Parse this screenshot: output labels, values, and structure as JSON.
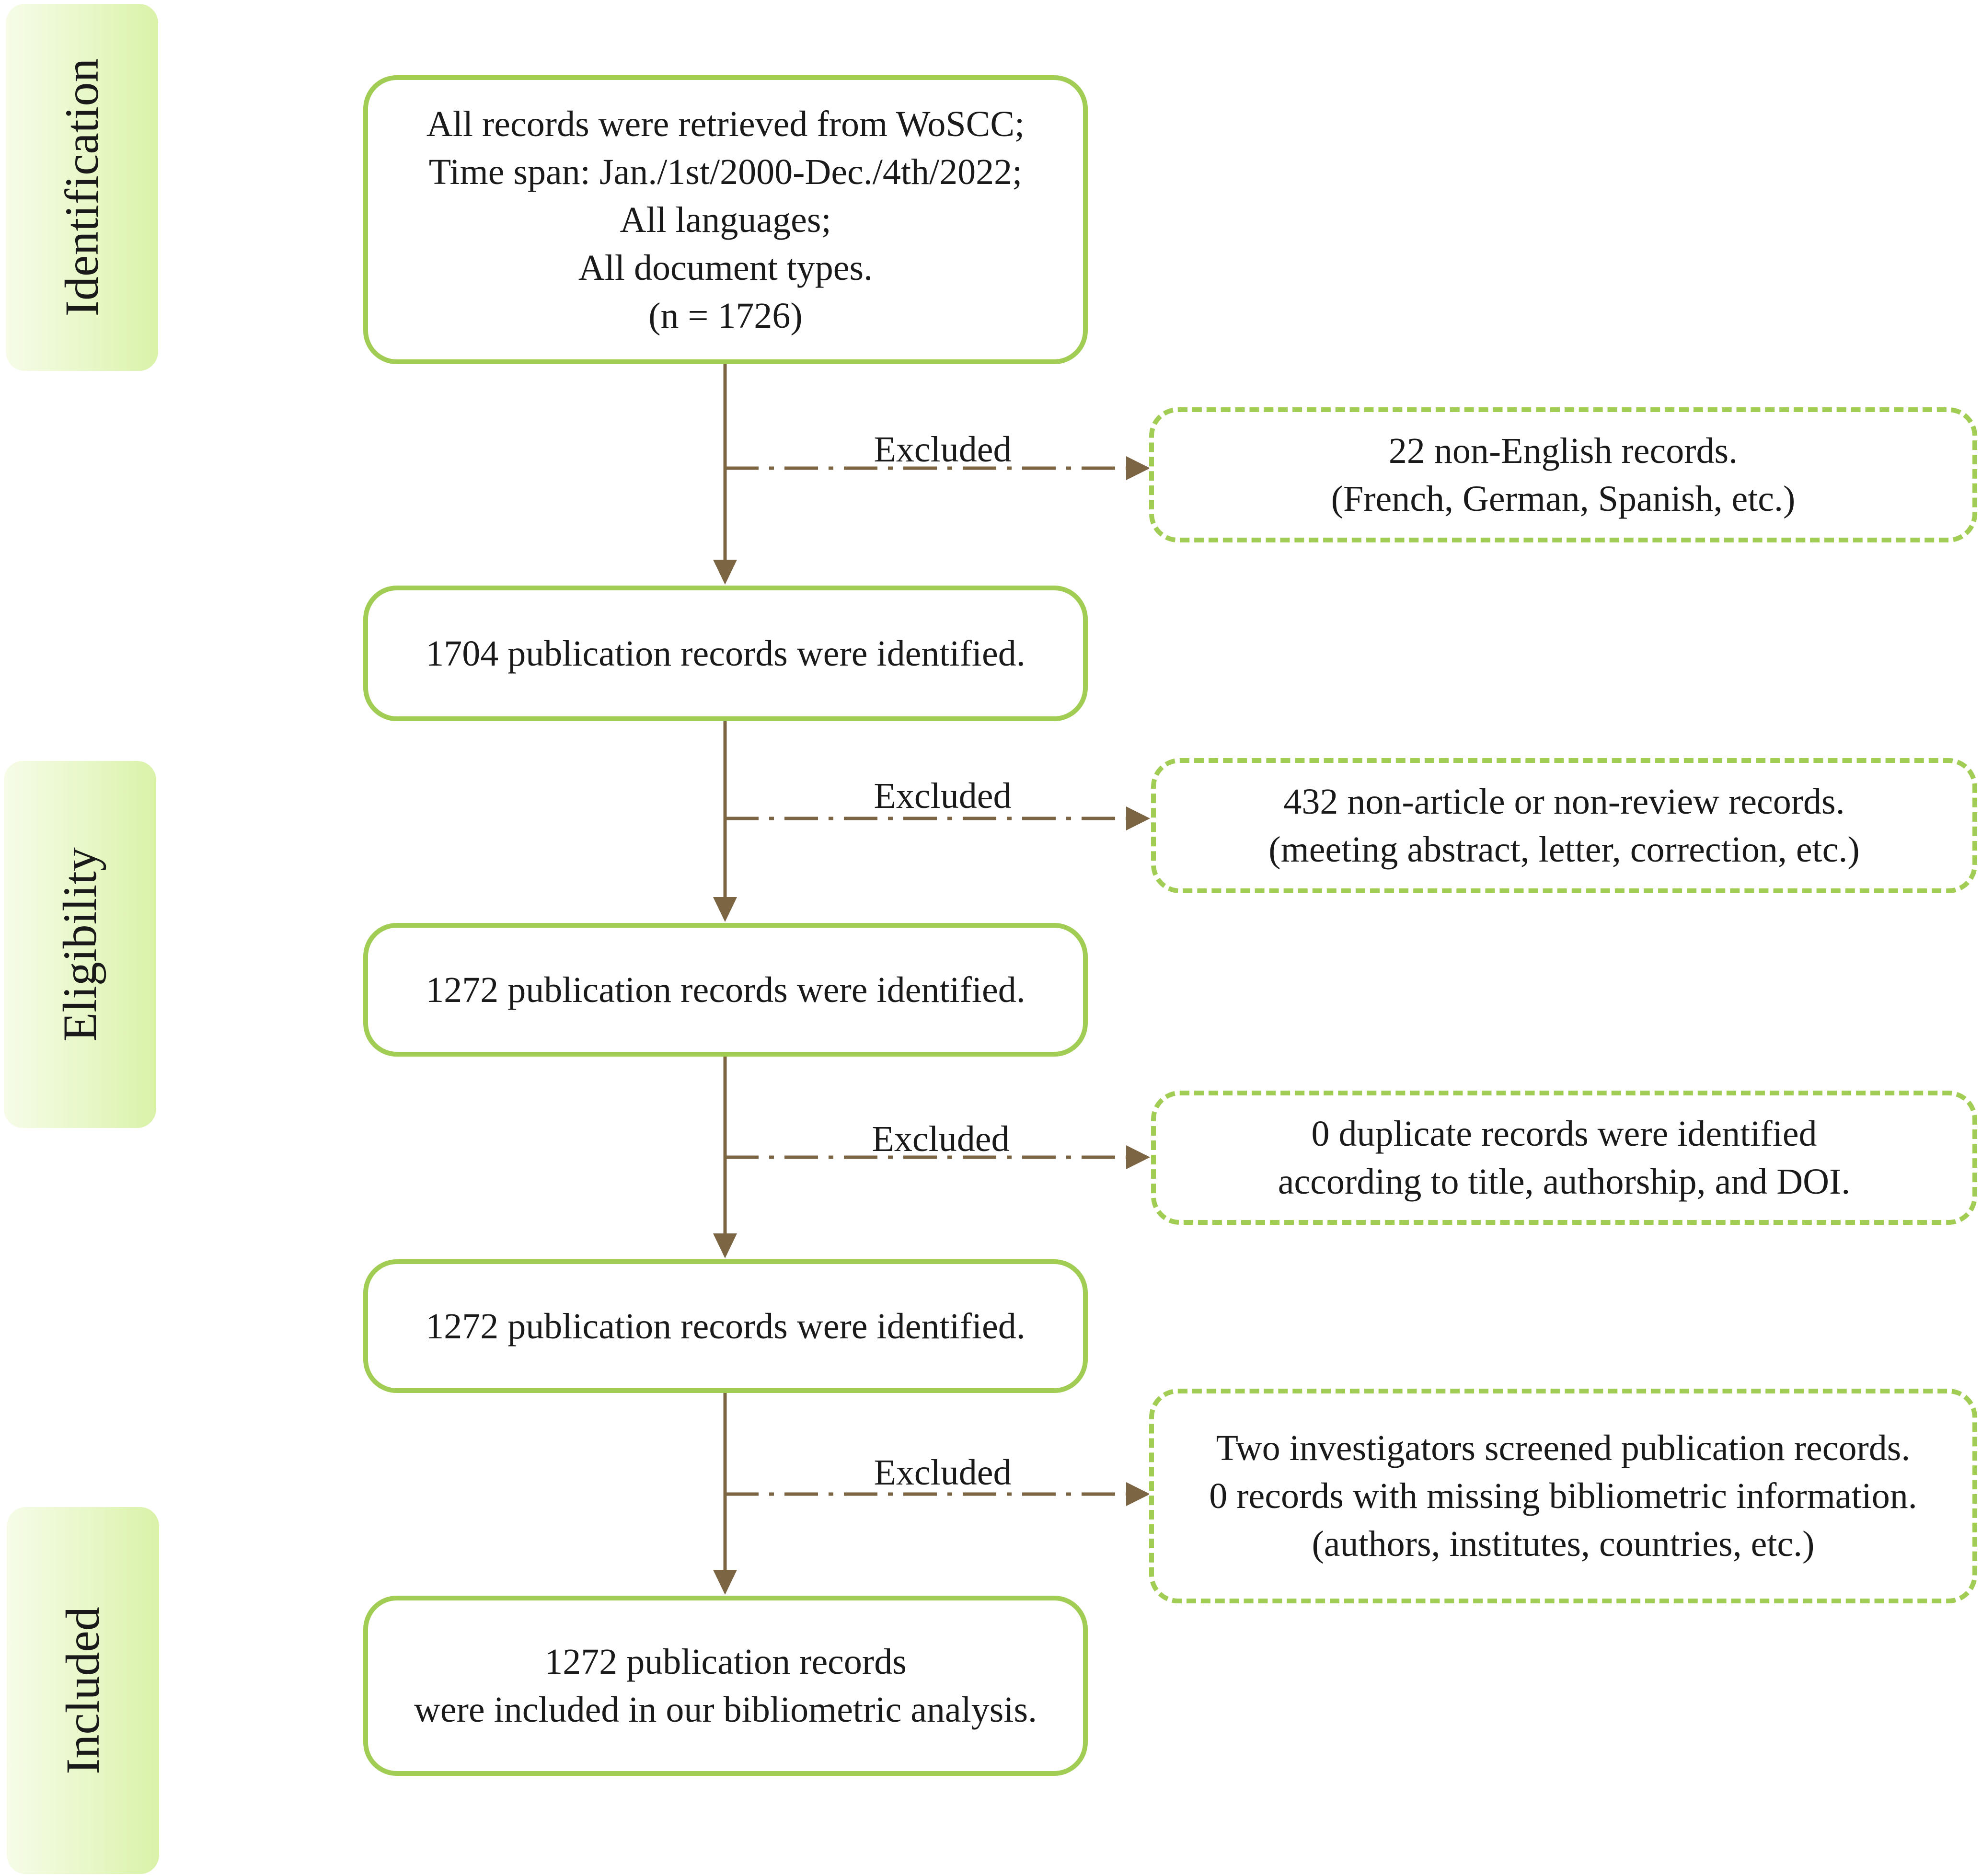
{
  "phases": [
    "Identification",
    "Eligibility",
    "Included"
  ],
  "excluded_label": "Excluded",
  "main_boxes": [
    {
      "lines": [
        "All records were retrieved from WoSCC;",
        "Time span: Jan./1st/2000-Dec./4th/2022;",
        "All languages;",
        "All document types.",
        "(n = 1726)"
      ]
    },
    {
      "lines": [
        "1704 publication records were identified."
      ]
    },
    {
      "lines": [
        "1272 publication records were identified."
      ]
    },
    {
      "lines": [
        "1272 publication records were identified."
      ]
    },
    {
      "lines": [
        "1272 publication records",
        "were included in our bibliometric analysis."
      ]
    }
  ],
  "exclusion_boxes": [
    {
      "lines": [
        "22 non-English records.",
        "(French, German, Spanish, etc.)"
      ]
    },
    {
      "lines": [
        "432 non-article or non-review records.",
        "(meeting abstract, letter, correction, etc.)"
      ]
    },
    {
      "lines": [
        "0 duplicate records were identified",
        "according to title, authorship, and DOI."
      ]
    },
    {
      "lines": [
        "Two investigators screened publication records.",
        "0 records with missing bibliometric information.",
        "(authors, institutes, countries, etc.)"
      ]
    }
  ],
  "colors": {
    "box_border": "#a1cd55",
    "arrow": "#7b6543",
    "phase_fill": "#e6f7c4"
  }
}
